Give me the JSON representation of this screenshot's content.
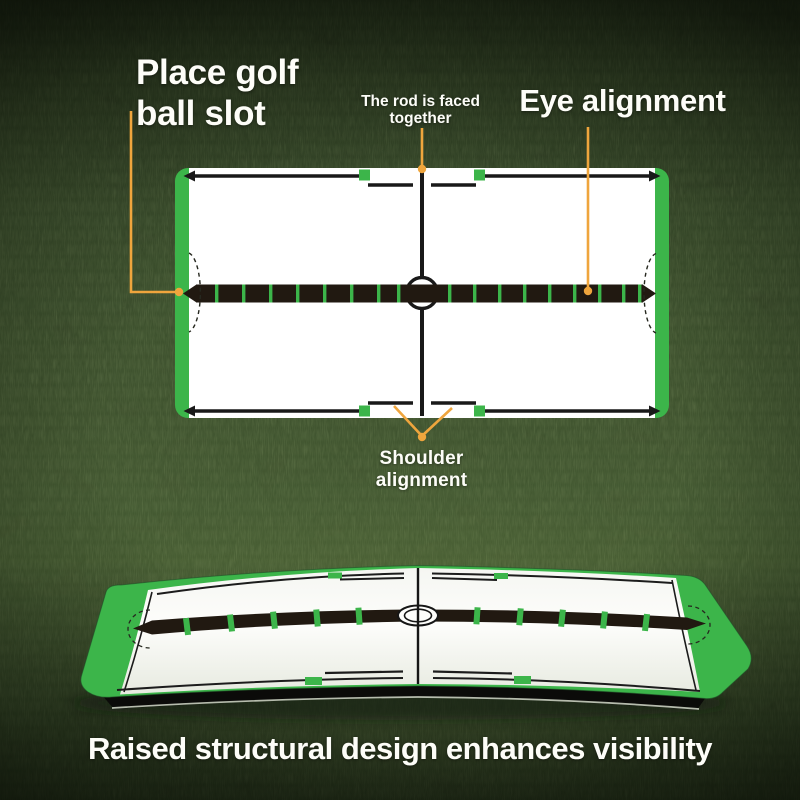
{
  "labels": {
    "ball_slot_line1": "Place golf",
    "ball_slot_line2": "ball slot",
    "rod_line1": "The rod is faced",
    "rod_line2": "together",
    "eye": "Eye alignment",
    "shoulder_line1": "Shoulder",
    "shoulder_line2": "alignment",
    "caption": "Raised structural design enhances visibility"
  },
  "colors": {
    "accent_green": "#3cb54a",
    "callout_orange": "#efa53d",
    "stripe_black": "#211911",
    "board_white": "#ffffff",
    "label_text": "#fdfdf8"
  }
}
